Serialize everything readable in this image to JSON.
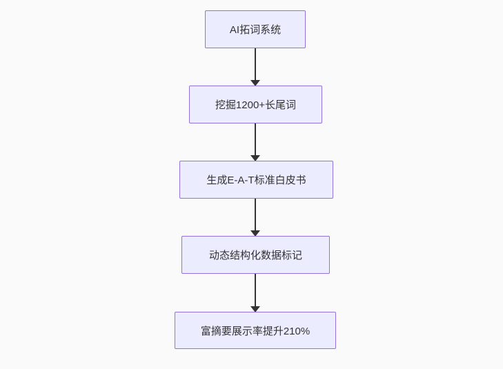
{
  "diagram": {
    "type": "flowchart",
    "direction": "top-down",
    "nodes": [
      {
        "id": "n1",
        "label": "AI拓词系统"
      },
      {
        "id": "n2",
        "label": "挖掘1200+长尾词"
      },
      {
        "id": "n3",
        "label": "生成E-A-T标准白皮书"
      },
      {
        "id": "n4",
        "label": "动态结构化数据标记"
      },
      {
        "id": "n5",
        "label": "富摘要展示率提升210%"
      }
    ],
    "edges": [
      {
        "from": "n1",
        "to": "n2",
        "style": "arrow-down"
      },
      {
        "from": "n2",
        "to": "n3",
        "style": "arrow-down"
      },
      {
        "from": "n3",
        "to": "n4",
        "style": "arrow-down"
      },
      {
        "from": "n4",
        "to": "n5",
        "style": "arrow-down"
      }
    ],
    "colors": {
      "node_fill": "#ececff",
      "node_border": "#9370db",
      "arrow": "#333333",
      "text": "#333333",
      "background": "#fafafa"
    }
  }
}
